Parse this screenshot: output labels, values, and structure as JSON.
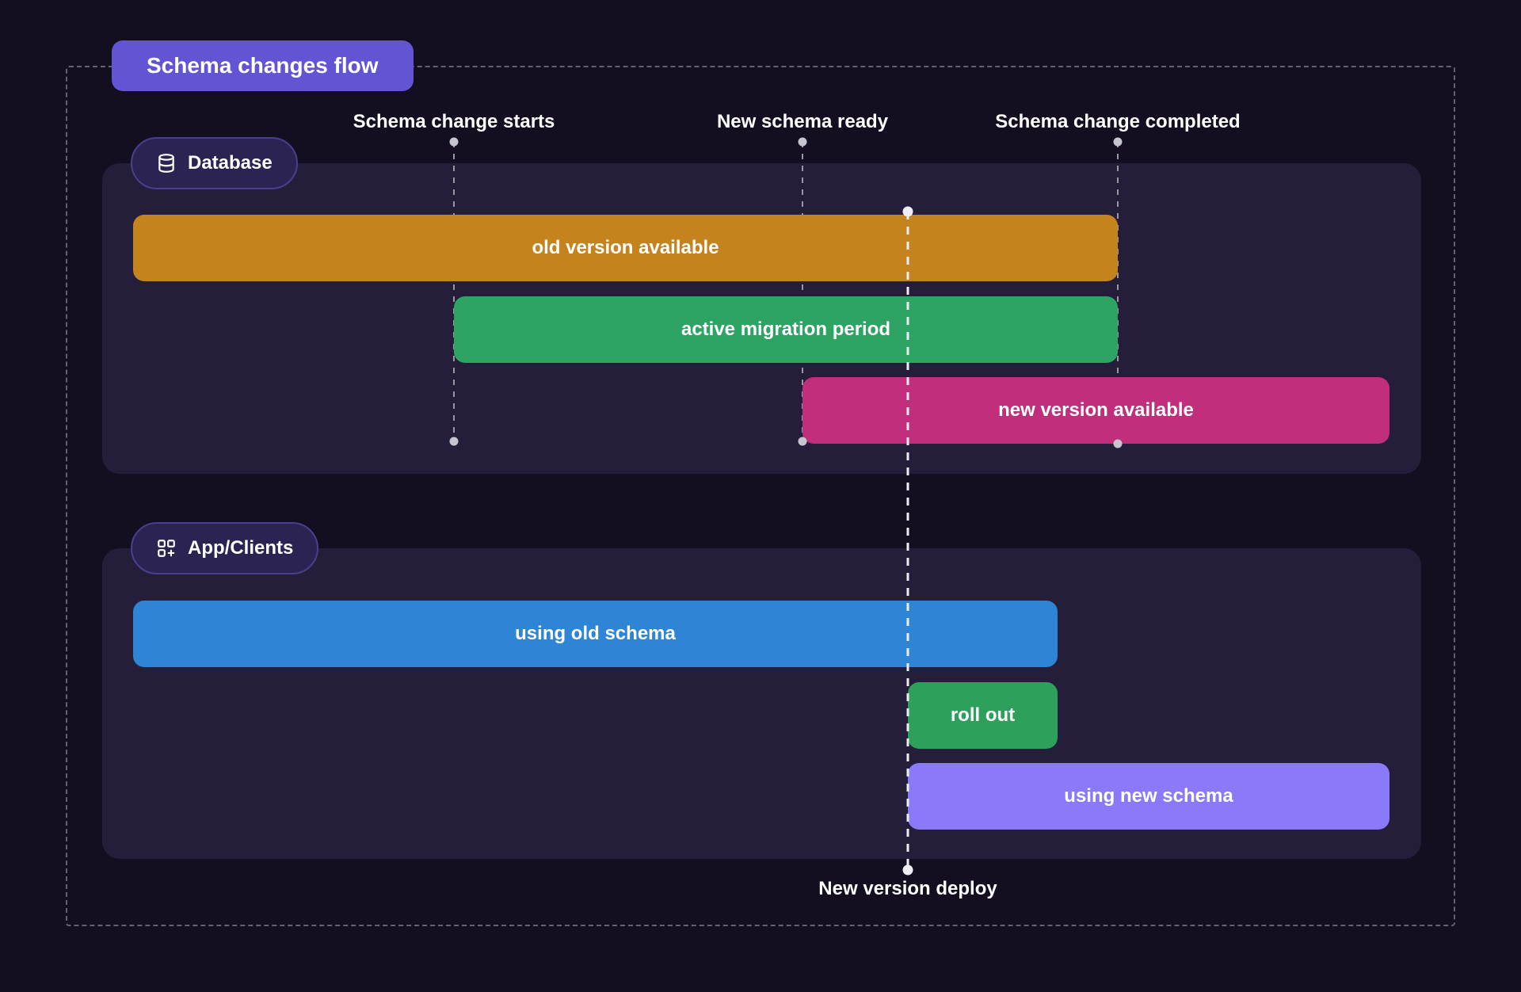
{
  "title": "Schema changes flow",
  "colors": {
    "background": "#140f20",
    "panel": "#251e3a",
    "accent": "#6254d3"
  },
  "milestones": [
    {
      "label": "Schema change starts"
    },
    {
      "label": "New schema ready"
    },
    {
      "label": "Schema change completed"
    }
  ],
  "deploy_marker": {
    "label": "New version deploy"
  },
  "sections": [
    {
      "label": "Database",
      "icon": "database-icon",
      "bars": [
        {
          "label": "old version available",
          "color": "#c5831d",
          "from": "timeline-start",
          "to": "Schema change completed"
        },
        {
          "label": "active migration period",
          "color": "#2da364",
          "from": "Schema change starts",
          "to": "Schema change completed"
        },
        {
          "label": "new version available",
          "color": "#c02e7c",
          "from": "New schema ready",
          "to": "timeline-end"
        }
      ]
    },
    {
      "label": "App/Clients",
      "icon": "app-clients-icon",
      "bars": [
        {
          "label": "using old schema",
          "color": "#2e85d6",
          "from": "timeline-start",
          "to": "after New version deploy"
        },
        {
          "label": "roll out",
          "color": "#2da05c",
          "from": "New version deploy",
          "to": "after New version deploy"
        },
        {
          "label": "using new schema",
          "color": "#8b7af7",
          "from": "New version deploy",
          "to": "timeline-end"
        }
      ]
    }
  ]
}
